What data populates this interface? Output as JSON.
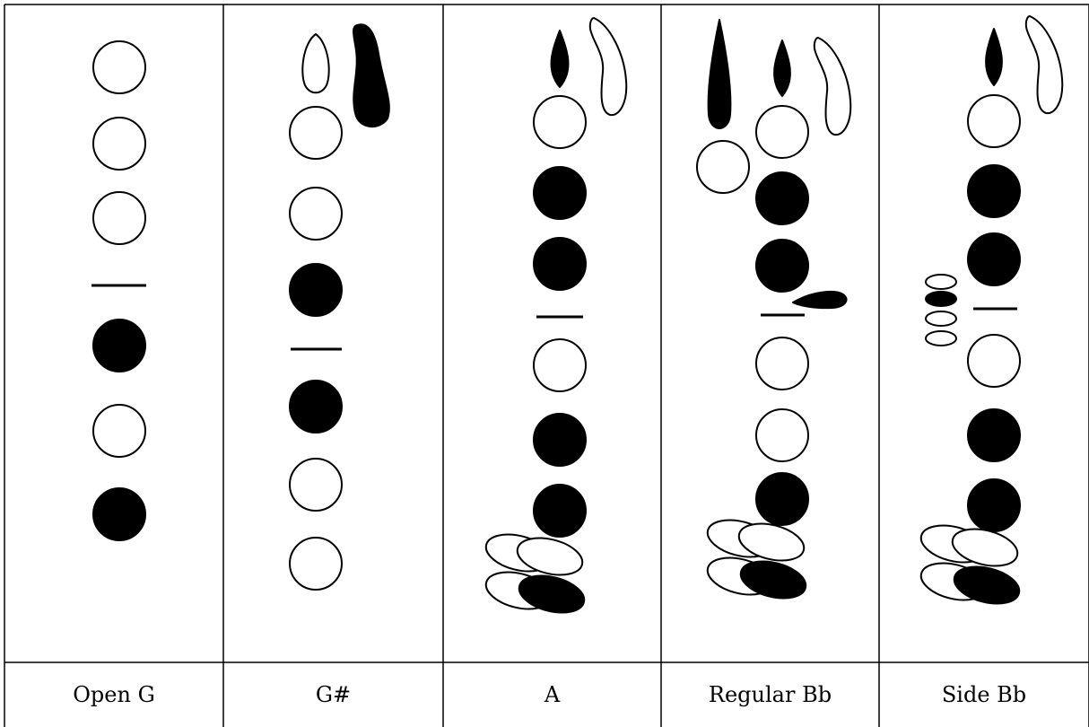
{
  "title": "",
  "columns": [
    {
      "label": "Open G"
    },
    {
      "label": "G#"
    },
    {
      "label": "A"
    },
    {
      "label": "Regular Bb"
    },
    {
      "label": "Side Bb"
    }
  ],
  "legend": {
    "filled": "closed",
    "empty": "open"
  },
  "colors": {
    "ink": "#000000",
    "background": "#ffffff"
  }
}
